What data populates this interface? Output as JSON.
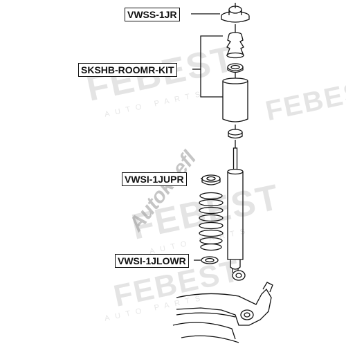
{
  "labels": {
    "top_mount": "VWSS-1JR",
    "kit": "SKSHB-ROOMR-KIT",
    "upper_seat": "VWSI-1JUPR",
    "lower_seat": "VWSI-1JLOWR"
  },
  "watermarks": {
    "brand": "FEBEST",
    "brand_sub": "AUTO PARTS",
    "overlay": "Autoksefl"
  },
  "colors": {
    "line": "#111111",
    "watermark": "#e4e4e4",
    "overlay_accent": "#e8212b"
  }
}
